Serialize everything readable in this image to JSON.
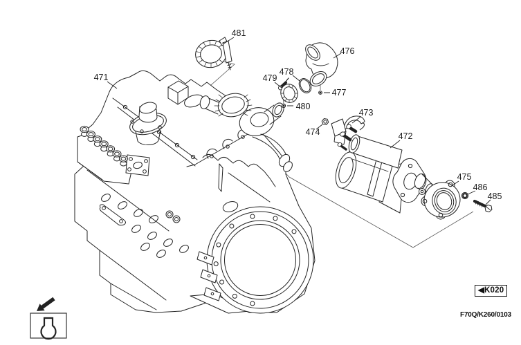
{
  "figure": {
    "description": "Exploded parts diagram: diesel engine with turbocharger clamp, intake elbow, o-ring, hose clamp, bracket, starter motor, mounting flange and fasteners",
    "callouts": [
      "471",
      "481",
      "476",
      "478",
      "479",
      "477",
      "480",
      "473",
      "474",
      "472",
      "475",
      "486",
      "485"
    ]
  },
  "legend": {
    "arrow_icon": "direction-arrow-down-left",
    "symbol_icon": "clamp-profile-symbol"
  },
  "footer": {
    "reference_badge": "◀K020",
    "document_code": "F70Q/K260/0103"
  }
}
